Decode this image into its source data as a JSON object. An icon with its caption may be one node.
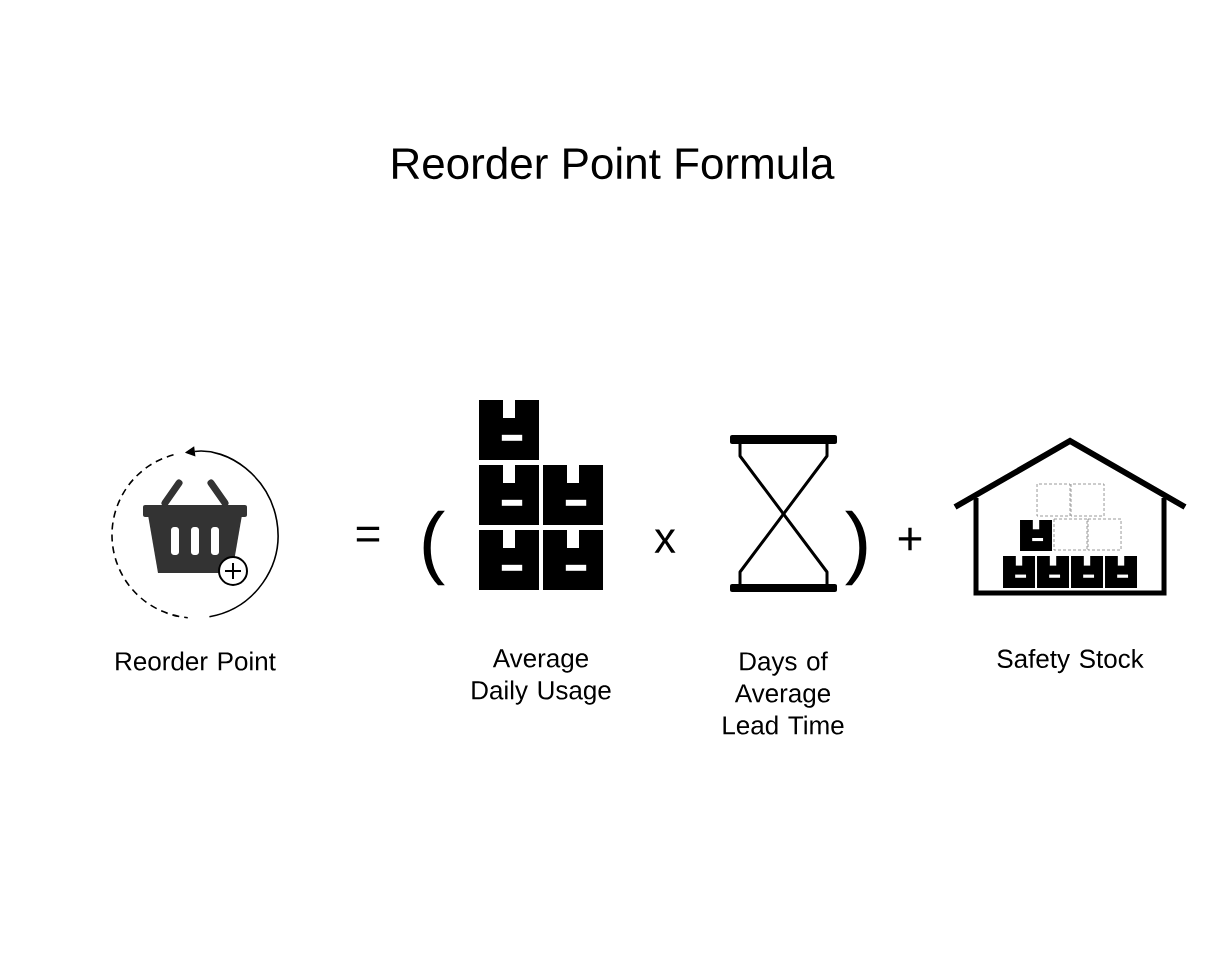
{
  "diagram": {
    "title": "Reorder Point Formula",
    "labels": [
      "=",
      "(",
      "x",
      ")",
      "+",
      "Reorder Point",
      "Average Daily Usage",
      "Days of Average Lead Time",
      "Safety Stock"
    ]
  }
}
